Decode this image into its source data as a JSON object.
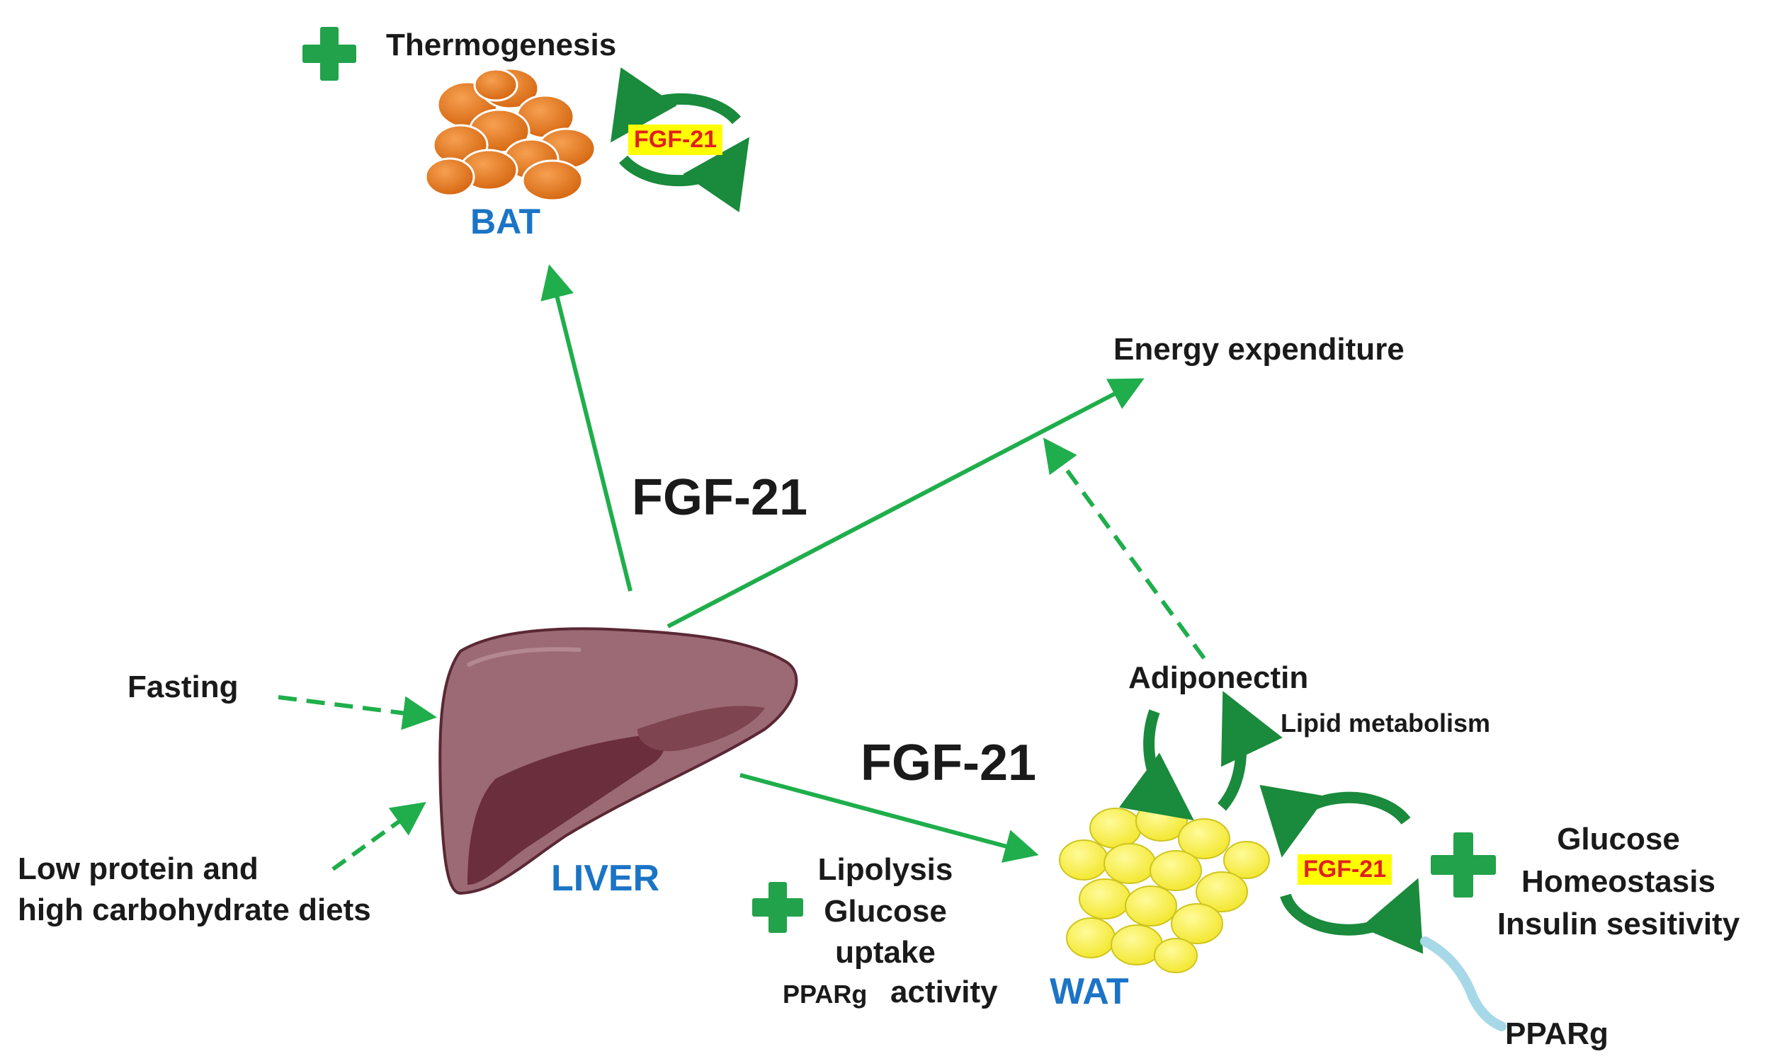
{
  "labels": {
    "thermogenesis": "Thermogenesis",
    "bat": "BAT",
    "fgf21_bat_badge": "FGF-21",
    "energy_expenditure": "Energy expenditure",
    "fgf21_upper": "FGF-21",
    "fasting": "Fasting",
    "diet_line1": "Low protein and",
    "diet_line2": "high carbohydrate diets",
    "liver": "LIVER",
    "fgf21_lower": "FGF-21",
    "adiponectin": "Adiponectin",
    "lipid_metabolism": "Lipid metabolism",
    "fgf21_wat_badge": "FGF-21",
    "wat": "WAT",
    "lipolysis": "Lipolysis",
    "glucose": "Glucose",
    "uptake": "uptake",
    "pparg_small": "PPARg",
    "activity": "activity",
    "glucose2": "Glucose",
    "homeostasis": "Homeostasis",
    "insulin": "Insulin sesitivity",
    "pparg": "PPARg"
  },
  "colors": {
    "arrow_green": "#1fae4b",
    "cycle_green": "#1a8a3c",
    "plus_green": "#22a24a",
    "bat_orange": "#e8781f",
    "wat_yellow": "#fff34a",
    "liver_main": "#9b6a74",
    "liver_dark": "#6a2e3c",
    "organ_blue": "#1b74c5",
    "pparg_line": "#a6d8e8"
  }
}
